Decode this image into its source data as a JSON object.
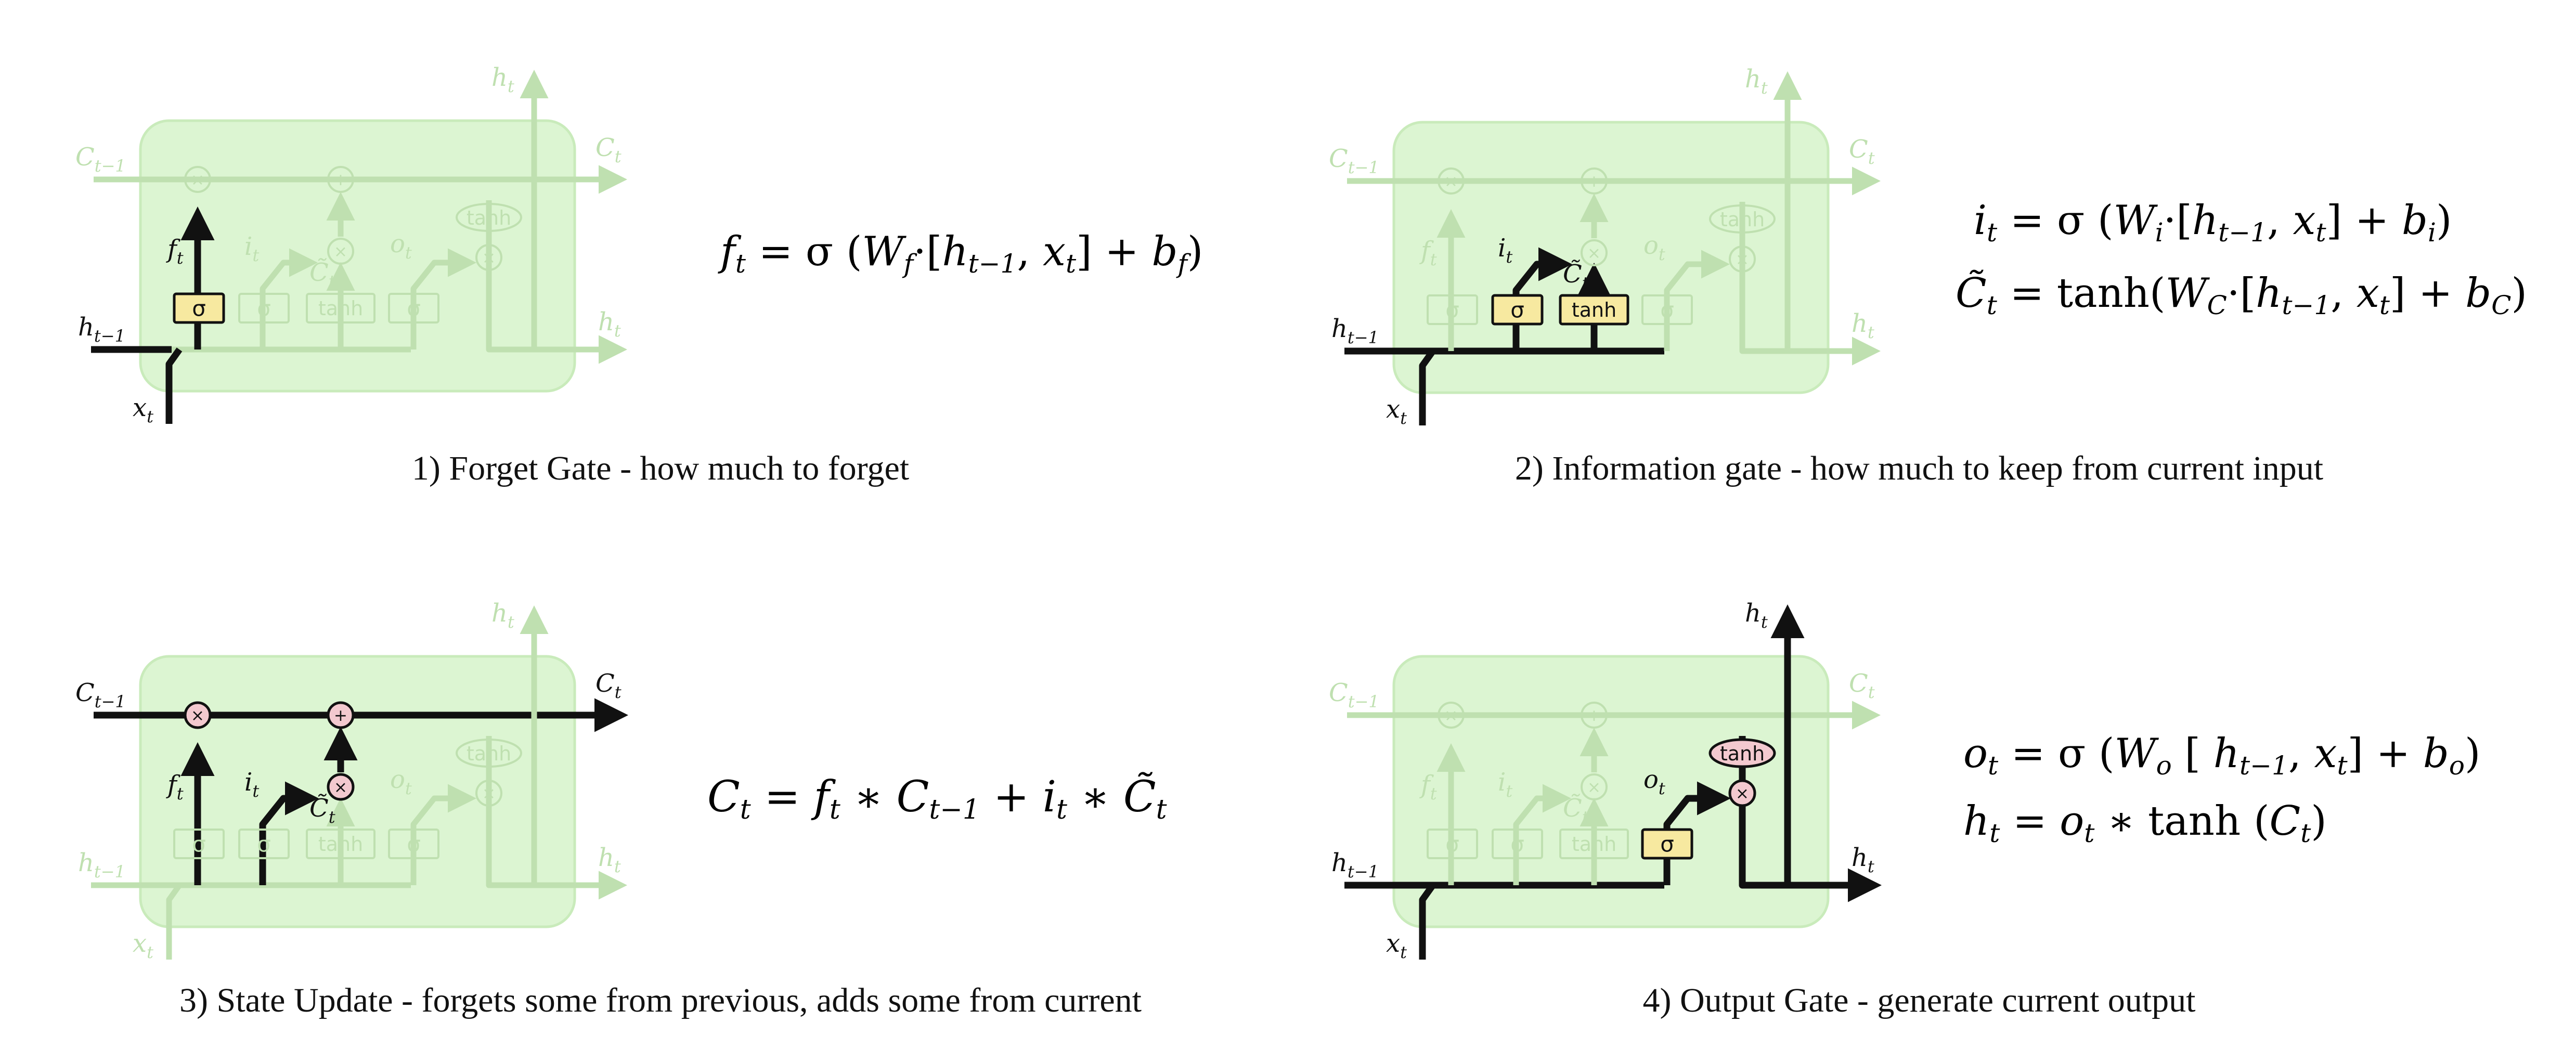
{
  "colors": {
    "cell_fill": "#dcf5d2",
    "cell_stroke": "#c9ebbb",
    "faded": "#bfe0b0",
    "active": "#111111",
    "gate_fill": "#f7e9a0",
    "op_fill": "#f3c9cf",
    "background": "#ffffff"
  },
  "labels": {
    "sigma": "σ",
    "tanh": "tanh",
    "times": "×",
    "plus": "+",
    "h": "h",
    "C": "C",
    "f": "f",
    "i": "i",
    "o": "o",
    "x": "x",
    "sub_t": "t",
    "sub_tm1": "t−1"
  },
  "panels": [
    {
      "id": "forget",
      "caption": "1) Forget Gate - how much to forget",
      "equations": [
        "f_t = σ (W_f · [h_{t−1}, x_t]  +  b_f)"
      ]
    },
    {
      "id": "information",
      "caption": "2) Information gate - how much to keep from current input",
      "equations": [
        "i_t = σ (W_i · [h_{t−1}, x_t]  +  b_i)",
        "C̃_t = tanh(W_C · [h_{t−1}, x_t]  +  b_C)"
      ]
    },
    {
      "id": "state",
      "caption": "3) State Update - forgets some from previous, adds some from current",
      "equations": [
        "C_t = f_t ∗ C_{t−1} + i_t ∗ C̃_t"
      ]
    },
    {
      "id": "output",
      "caption": "4) Output Gate - generate current output",
      "equations": [
        "o_t = σ (W_o  [ h_{t−1}, x_t]  +  b_o)",
        "h_t = o_t ∗ tanh (C_t)"
      ]
    }
  ]
}
